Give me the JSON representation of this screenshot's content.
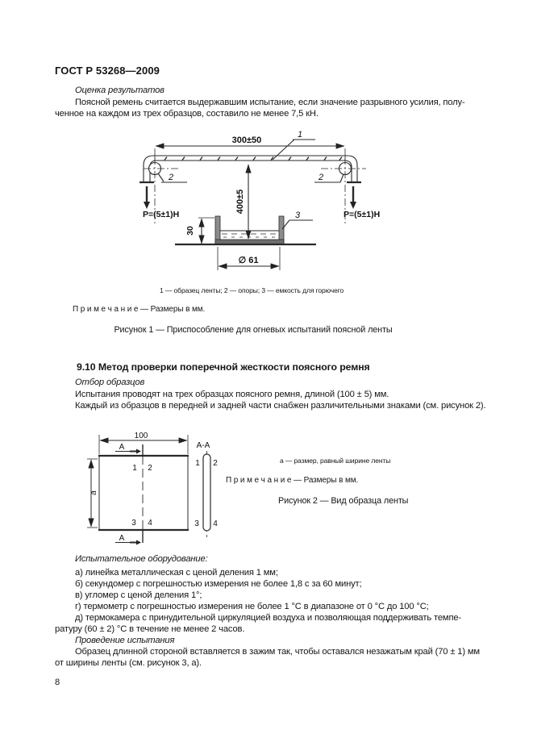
{
  "page": {
    "header": "ГОСТ Р 53268—2009",
    "page_number": "8"
  },
  "section_results": {
    "heading": "Оценка результатов",
    "para_line1": "Поясной ремень считается выдержавшим испытание, если значение разрывного усилия, полу-",
    "para_line2": "ченное на каждом из трех образцов, составило не менее 7,5 кН."
  },
  "figure1": {
    "dim_width": "300±50",
    "dim_height": "400±5",
    "dim_wall": "30",
    "dim_diameter": "∅ 61",
    "force_left": "P=(5±1)Н",
    "force_right": "P=(5±1)Н",
    "callout_1": "1",
    "callout_2": "2",
    "callout_3": "3",
    "legend": "1 — образец ленты; 2 — опоры; 3 — емкость для горючего",
    "note": "П р и м е ч а н и е   —   Размеры в мм.",
    "caption": "Рисунок 1 — Приспособление для огневых испытаний поясной ленты"
  },
  "section_910": {
    "heading": "9.10 Метод проверки поперечной жесткости поясного ремня",
    "subheading": "Отбор образцов",
    "line1": "Испытания проводят на трех образцах поясного ремня, длиной (100 ± 5) мм.",
    "line2": "Каждый из образцов в передней и задней части снабжен различительными знаками (см. рисунок 2)."
  },
  "figure2": {
    "dim_width": "100",
    "dim_height": "а",
    "section_label": "А",
    "section_view": "А-А",
    "quadrants": [
      "1",
      "2",
      "3",
      "4"
    ],
    "legend": "а — размер, равный ширине ленты",
    "note": "П р и м е ч а н и е — Размеры в мм.",
    "caption": "Рисунок 2 — Вид образца ленты"
  },
  "equipment": {
    "heading": "Испытательное оборудование:",
    "items": [
      "а) линейка металлическая с ценой деления 1 мм;",
      "б) секундомер с погрешностью измерения не более 1,8 с за 60 минут;",
      "в) угломер с ценой деления 1°;",
      "г) термометр с погрешностью измерения не более 1 °С в диапазоне от 0 °С до 100 °С;",
      "д) термокамера с принудительной циркуляцией воздуха и позволяющая поддерживать темпе-",
      "ратуру (60 ± 2) °С в течение не менее 2 часов."
    ]
  },
  "procedure": {
    "heading": "Проведение испытания",
    "line1": "Образец длинной стороной вставляется в зажим так, чтобы оставался незажатым край (70 ± 1) мм",
    "line2": "от ширины ленты (см. рисунок 3, а)."
  }
}
